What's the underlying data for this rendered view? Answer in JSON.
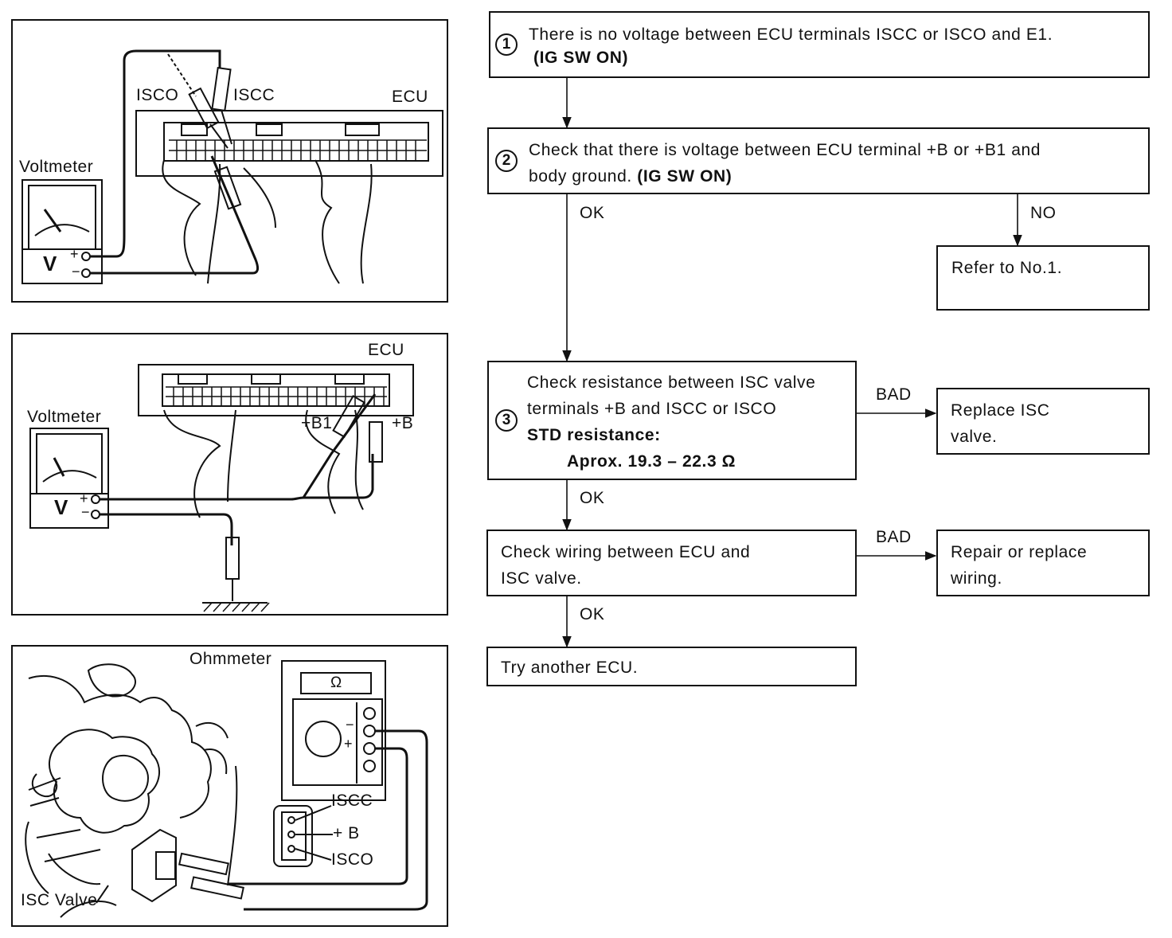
{
  "illustrations": {
    "top": {
      "voltmeter": "Voltmeter",
      "meter_letter": "V",
      "plus": "+",
      "minus": "−",
      "isco": "ISCO",
      "iscc": "ISCC",
      "ecu": "ECU"
    },
    "middle": {
      "voltmeter": "Voltmeter",
      "meter_letter": "V",
      "plus": "+",
      "minus": "−",
      "ecu": "ECU",
      "b1": "+B1",
      "b": "+B"
    },
    "bottom": {
      "ohmmeter": "Ohmmeter",
      "omega": "Ω",
      "minus": "−",
      "plus": "+",
      "iscc": "ISCC",
      "b": "+ B",
      "isco": "ISCO",
      "valve": "ISC Valve"
    }
  },
  "flow": {
    "step1": {
      "number": "1",
      "line1": "There is no voltage between ECU terminals ISCC or ISCO and E1.",
      "line2": "(IG SW ON)"
    },
    "step2": {
      "number": "2",
      "line1": "Check that there is voltage between ECU terminal +B or +B1 and",
      "line2a": "body ground. ",
      "line2b": "(IG SW ON)"
    },
    "refer": {
      "text": "Refer to No.1."
    },
    "step3": {
      "number": "3",
      "line1": "Check resistance between ISC valve",
      "line2": "terminals +B and ISCC or ISCO",
      "line3": "STD resistance:",
      "line4": "Aprox. 19.3 – 22.3 Ω"
    },
    "replace_valve": {
      "line1": "Replace ISC",
      "line2": "valve."
    },
    "wiring": {
      "line1": "Check wiring between ECU and",
      "line2": "ISC valve."
    },
    "repair": {
      "line1": "Repair or replace",
      "line2": "wiring."
    },
    "ecu": {
      "text": "Try another ECU."
    },
    "labels": {
      "ok1": "OK",
      "no": "NO",
      "bad1": "BAD",
      "ok2": "OK",
      "bad2": "BAD",
      "ok3": "OK"
    }
  }
}
